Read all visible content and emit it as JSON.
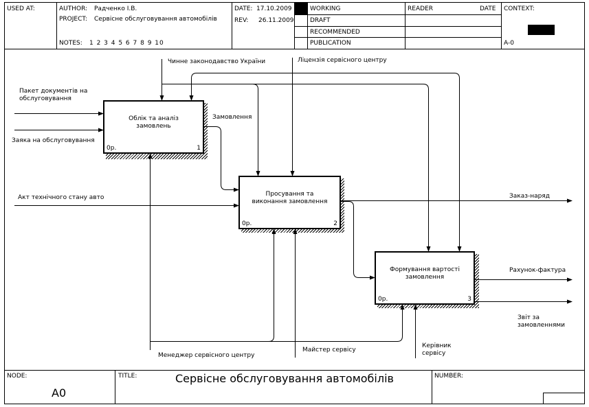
{
  "header": {
    "used_at_label": "USED AT:",
    "author_label": "AUTHOR:",
    "author": "Радченко І.В.",
    "project_label": "PROJECT:",
    "project": "Сервісне обслуговування автомобілів",
    "notes_label": "NOTES:",
    "notes_numbers": "1 2 3 4 5 6 7 8 9 10",
    "date_label": "DATE:",
    "date": "17.10.2009",
    "rev_label": "REV:",
    "rev": "26.11.2009",
    "status": [
      "WORKING",
      "DRAFT",
      "RECOMMENDED",
      "PUBLICATION"
    ],
    "reader_label": "READER",
    "reader_date_label": "DATE",
    "context_label": "CONTEXT:",
    "context_node": "A-0"
  },
  "boxes": [
    {
      "title": "Облік та аналіз замовлень",
      "op": "0р.",
      "num": "1"
    },
    {
      "title": "Просування та виконання замовлення",
      "op": "0р.",
      "num": "2"
    },
    {
      "title": "Формування вартості замовлення",
      "op": "0р.",
      "num": "3"
    }
  ],
  "arrows": {
    "law": "Чинне законодавство України",
    "license": "Ліцензія сервісного центру",
    "package": "Пакет документів на обслуговування",
    "request": "Заяка на обслуговування",
    "order": "Замовлення",
    "tech_act": "Акт технічного стану авто",
    "work_order": "Заказ-наряд",
    "invoice": "Рахунок-фактура",
    "report": "Звіт за замовленнями",
    "manager": "Менеджер сервісного центру",
    "master": "Майстер сервісу",
    "head": "Керівник сервісу"
  },
  "footer": {
    "node_label": "NODE:",
    "node": "A0",
    "title_label": "TITLE:",
    "title": "Сервісне обслуговування автомобілів",
    "number_label": "NUMBER:"
  }
}
